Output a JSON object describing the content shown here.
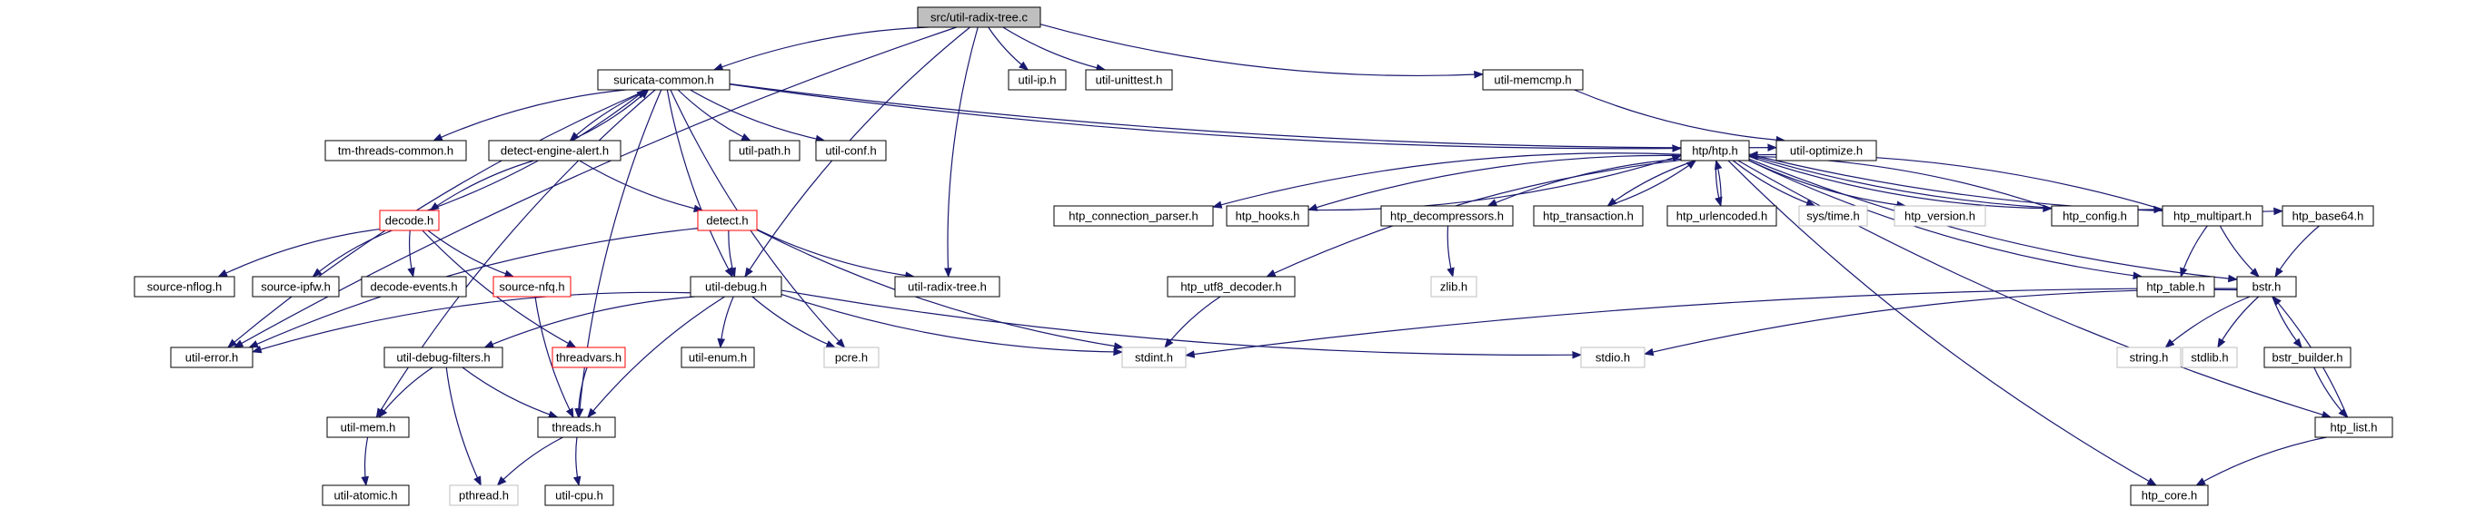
{
  "colors": {
    "edge": "#191970",
    "node_border": "#000000",
    "root_fill": "#bfbfbf",
    "truncated_border": "#ff0000",
    "system_border": "#bfbfbf",
    "system_text": "#9a9a9a"
  },
  "nodes": [
    {
      "id": "root",
      "label": "src/util-radix-tree.c",
      "kind": "root"
    },
    {
      "id": "suricata_common",
      "label": "suricata-common.h",
      "kind": "normal"
    },
    {
      "id": "util_ip",
      "label": "util-ip.h",
      "kind": "normal"
    },
    {
      "id": "util_unittest",
      "label": "util-unittest.h",
      "kind": "normal"
    },
    {
      "id": "util_memcmp",
      "label": "util-memcmp.h",
      "kind": "normal"
    },
    {
      "id": "tm_threads_common",
      "label": "tm-threads-common.h",
      "kind": "normal"
    },
    {
      "id": "detect_engine_alert",
      "label": "detect-engine-alert.h",
      "kind": "normal"
    },
    {
      "id": "util_path",
      "label": "util-path.h",
      "kind": "normal"
    },
    {
      "id": "util_conf",
      "label": "util-conf.h",
      "kind": "normal"
    },
    {
      "id": "htp",
      "label": "htp/htp.h",
      "kind": "normal"
    },
    {
      "id": "util_optimize",
      "label": "util-optimize.h",
      "kind": "normal"
    },
    {
      "id": "decode",
      "label": "decode.h",
      "kind": "truncated"
    },
    {
      "id": "detect",
      "label": "detect.h",
      "kind": "truncated"
    },
    {
      "id": "source_nflog",
      "label": "source-nflog.h",
      "kind": "normal"
    },
    {
      "id": "source_ipfw",
      "label": "source-ipfw.h",
      "kind": "normal"
    },
    {
      "id": "decode_events",
      "label": "decode-events.h",
      "kind": "normal"
    },
    {
      "id": "source_nfq",
      "label": "source-nfq.h",
      "kind": "truncated"
    },
    {
      "id": "util_debug",
      "label": "util-debug.h",
      "kind": "normal"
    },
    {
      "id": "util_radix_tree",
      "label": "util-radix-tree.h",
      "kind": "normal"
    },
    {
      "id": "util_error",
      "label": "util-error.h",
      "kind": "normal"
    },
    {
      "id": "util_debug_filters",
      "label": "util-debug-filters.h",
      "kind": "normal"
    },
    {
      "id": "threadvars",
      "label": "threadvars.h",
      "kind": "truncated"
    },
    {
      "id": "util_enum",
      "label": "util-enum.h",
      "kind": "normal"
    },
    {
      "id": "pcre",
      "label": "pcre.h",
      "kind": "system"
    },
    {
      "id": "stdint",
      "label": "stdint.h",
      "kind": "system"
    },
    {
      "id": "stdio",
      "label": "stdio.h",
      "kind": "system"
    },
    {
      "id": "util_mem",
      "label": "util-mem.h",
      "kind": "normal"
    },
    {
      "id": "threads",
      "label": "threads.h",
      "kind": "normal"
    },
    {
      "id": "util_atomic",
      "label": "util-atomic.h",
      "kind": "normal"
    },
    {
      "id": "pthread",
      "label": "pthread.h",
      "kind": "system"
    },
    {
      "id": "util_cpu",
      "label": "util-cpu.h",
      "kind": "normal"
    },
    {
      "id": "htp_connection_parser",
      "label": "htp_connection_parser.h",
      "kind": "normal"
    },
    {
      "id": "htp_hooks",
      "label": "htp_hooks.h",
      "kind": "normal"
    },
    {
      "id": "htp_decompressors",
      "label": "htp_decompressors.h",
      "kind": "normal"
    },
    {
      "id": "htp_transaction",
      "label": "htp_transaction.h",
      "kind": "normal"
    },
    {
      "id": "htp_urlencoded",
      "label": "htp_urlencoded.h",
      "kind": "normal"
    },
    {
      "id": "sys_time",
      "label": "sys/time.h",
      "kind": "system"
    },
    {
      "id": "htp_version",
      "label": "htp_version.h",
      "kind": "system"
    },
    {
      "id": "htp_config",
      "label": "htp_config.h",
      "kind": "normal"
    },
    {
      "id": "htp_multipart",
      "label": "htp_multipart.h",
      "kind": "normal"
    },
    {
      "id": "htp_base64",
      "label": "htp_base64.h",
      "kind": "normal"
    },
    {
      "id": "zlib",
      "label": "zlib.h",
      "kind": "system"
    },
    {
      "id": "htp_utf8_decoder",
      "label": "htp_utf8_decoder.h",
      "kind": "normal"
    },
    {
      "id": "htp_table",
      "label": "htp_table.h",
      "kind": "normal"
    },
    {
      "id": "bstr",
      "label": "bstr.h",
      "kind": "normal"
    },
    {
      "id": "string",
      "label": "string.h",
      "kind": "system"
    },
    {
      "id": "stdlib",
      "label": "stdlib.h",
      "kind": "system"
    },
    {
      "id": "bstr_builder",
      "label": "bstr_builder.h",
      "kind": "normal"
    },
    {
      "id": "htp_list",
      "label": "htp_list.h",
      "kind": "normal"
    },
    {
      "id": "htp_core",
      "label": "htp_core.h",
      "kind": "normal"
    }
  ],
  "edges": [
    [
      "root",
      "suricata_common"
    ],
    [
      "root",
      "util_ip"
    ],
    [
      "root",
      "util_unittest"
    ],
    [
      "root",
      "util_memcmp"
    ],
    [
      "root",
      "util_debug"
    ],
    [
      "root",
      "util_radix_tree"
    ],
    [
      "root",
      "util_error"
    ],
    [
      "suricata_common",
      "tm_threads_common"
    ],
    [
      "suricata_common",
      "detect_engine_alert"
    ],
    [
      "suricata_common",
      "util_path"
    ],
    [
      "suricata_common",
      "util_conf"
    ],
    [
      "suricata_common",
      "htp"
    ],
    [
      "suricata_common",
      "util_optimize"
    ],
    [
      "suricata_common",
      "util_debug"
    ],
    [
      "suricata_common",
      "pcre"
    ],
    [
      "suricata_common",
      "threads"
    ],
    [
      "suricata_common",
      "util_error"
    ],
    [
      "suricata_common",
      "util_mem"
    ],
    [
      "util_memcmp",
      "util_optimize"
    ],
    [
      "detect_engine_alert",
      "suricata_common"
    ],
    [
      "detect_engine_alert",
      "decode"
    ],
    [
      "detect_engine_alert",
      "detect"
    ],
    [
      "decode",
      "suricata_common"
    ],
    [
      "decode",
      "source_nflog"
    ],
    [
      "decode",
      "source_ipfw"
    ],
    [
      "decode",
      "decode_events"
    ],
    [
      "decode",
      "source_nfq"
    ],
    [
      "decode",
      "threadvars"
    ],
    [
      "detect",
      "util_debug"
    ],
    [
      "detect",
      "util_radix_tree"
    ],
    [
      "detect",
      "util_error"
    ],
    [
      "detect",
      "stdint"
    ],
    [
      "source_nfq",
      "threads"
    ],
    [
      "threadvars",
      "threads"
    ],
    [
      "util_debug",
      "util_error"
    ],
    [
      "util_debug",
      "util_debug_filters"
    ],
    [
      "util_debug",
      "util_enum"
    ],
    [
      "util_debug",
      "pcre"
    ],
    [
      "util_debug",
      "stdint"
    ],
    [
      "util_debug",
      "stdio"
    ],
    [
      "util_debug",
      "threads"
    ],
    [
      "util_debug_filters",
      "util_mem"
    ],
    [
      "util_debug_filters",
      "threads"
    ],
    [
      "util_debug_filters",
      "pthread"
    ],
    [
      "util_mem",
      "util_atomic"
    ],
    [
      "threads",
      "pthread"
    ],
    [
      "threads",
      "util_cpu"
    ],
    [
      "htp",
      "htp_connection_parser"
    ],
    [
      "htp",
      "htp_hooks"
    ],
    [
      "htp",
      "htp_decompressors"
    ],
    [
      "htp",
      "htp_transaction"
    ],
    [
      "htp",
      "htp_urlencoded"
    ],
    [
      "htp",
      "sys_time"
    ],
    [
      "htp",
      "htp_version"
    ],
    [
      "htp",
      "htp_config"
    ],
    [
      "htp",
      "htp_multipart"
    ],
    [
      "htp",
      "htp_base64"
    ],
    [
      "htp",
      "htp_utf8_decoder"
    ],
    [
      "htp",
      "htp_table"
    ],
    [
      "htp",
      "bstr"
    ],
    [
      "htp",
      "htp_list"
    ],
    [
      "htp",
      "htp_core"
    ],
    [
      "htp_hooks",
      "htp"
    ],
    [
      "htp_transaction",
      "htp"
    ],
    [
      "htp_urlencoded",
      "htp"
    ],
    [
      "htp_config",
      "htp"
    ],
    [
      "htp_multipart",
      "htp"
    ],
    [
      "htp_decompressors",
      "zlib"
    ],
    [
      "htp_utf8_decoder",
      "stdint"
    ],
    [
      "htp_multipart",
      "htp_table"
    ],
    [
      "htp_multipart",
      "bstr"
    ],
    [
      "htp_base64",
      "bstr"
    ],
    [
      "bstr",
      "stdint"
    ],
    [
      "bstr",
      "stdio"
    ],
    [
      "bstr",
      "string"
    ],
    [
      "bstr",
      "stdlib"
    ],
    [
      "bstr",
      "bstr_builder"
    ],
    [
      "bstr_builder",
      "htp_list"
    ],
    [
      "htp_list",
      "bstr"
    ],
    [
      "htp_list",
      "htp_core"
    ]
  ]
}
